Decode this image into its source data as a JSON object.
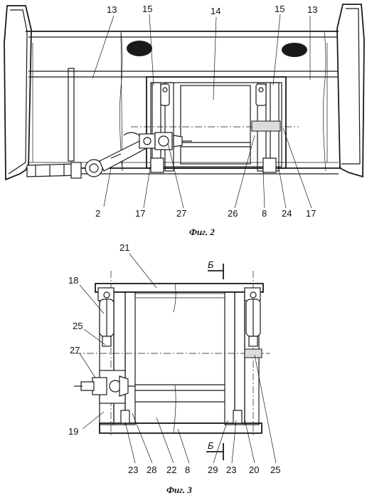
{
  "figure2": {
    "caption": "Фиг. 2",
    "labels": {
      "l13_left": "13",
      "l15_left": "15",
      "l14": "14",
      "l15_right": "15",
      "l13_right": "13",
      "l2": "2",
      "l17_left": "17",
      "l27": "27",
      "l26": "26",
      "l8": "8",
      "l24": "24",
      "l17_right": "17"
    }
  },
  "figure3": {
    "caption": "Фиг. 3",
    "section_mark_top": "Б",
    "section_mark_bottom": "Б",
    "labels": {
      "l21": "21",
      "l18": "18",
      "l25_left": "25",
      "l27": "27",
      "l19": "19",
      "l23_left": "23",
      "l28": "28",
      "l22": "22",
      "l8": "8",
      "l29": "29",
      "l23_right": "23",
      "l20": "20",
      "l25_right": "25"
    }
  }
}
